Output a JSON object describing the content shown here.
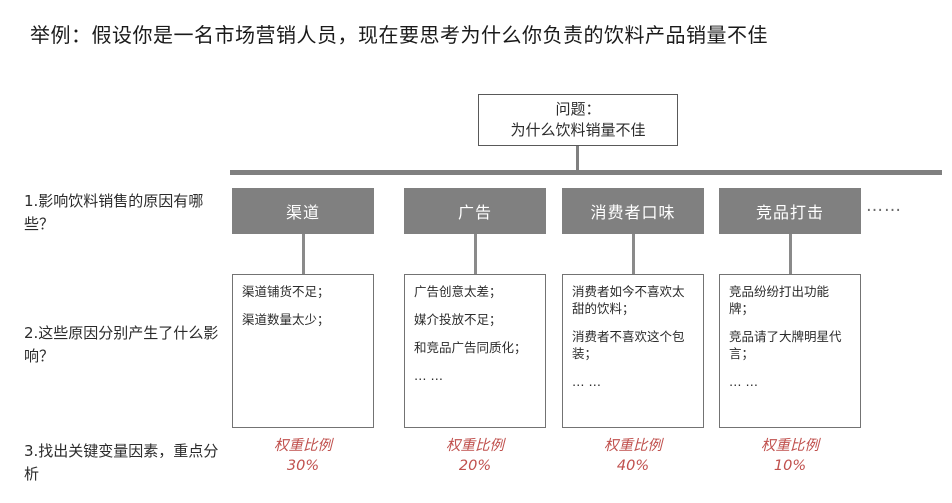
{
  "title": "举例：假设你是一名市场营销人员，现在要思考为什么你负责的饮料产品销量不佳",
  "problem": {
    "label": "问题：",
    "statement": "为什么饮料销量不佳"
  },
  "row_labels": {
    "row1": "1.影响饮料销售的原因有哪些？",
    "row2": "2.这些原因分别产生了什么影响？",
    "row3": "3.找出关键变量因素，重点分析"
  },
  "tail_ellipsis": "……",
  "colors": {
    "header_fill": "#808080",
    "header_text": "#ffffff",
    "spine": "#808080",
    "box_border": "#737373",
    "weight_text": "#c0504d",
    "body_text": "#2b2b2b",
    "background": "#ffffff"
  },
  "columns": [
    {
      "header": "渠道",
      "effects": [
        "渠道铺货不足；",
        "渠道数量太少；"
      ],
      "weight_label": "权重比例",
      "weight_value": "30%"
    },
    {
      "header": "广告",
      "effects": [
        "广告创意太差；",
        "媒介投放不足；",
        "和竞品广告同质化；",
        "… …"
      ],
      "weight_label": "权重比例",
      "weight_value": "20%"
    },
    {
      "header": "消费者口味",
      "effects": [
        "消费者如今不喜欢太甜的饮料；",
        "消费者不喜欢这个包装；",
        "… …"
      ],
      "weight_label": "权重比例",
      "weight_value": "40%"
    },
    {
      "header": "竞品打击",
      "effects": [
        "竞品纷纷打出功能牌；",
        "竞品请了大牌明星代言；",
        "… …"
      ],
      "weight_label": "权重比例",
      "weight_value": "10%"
    }
  ]
}
